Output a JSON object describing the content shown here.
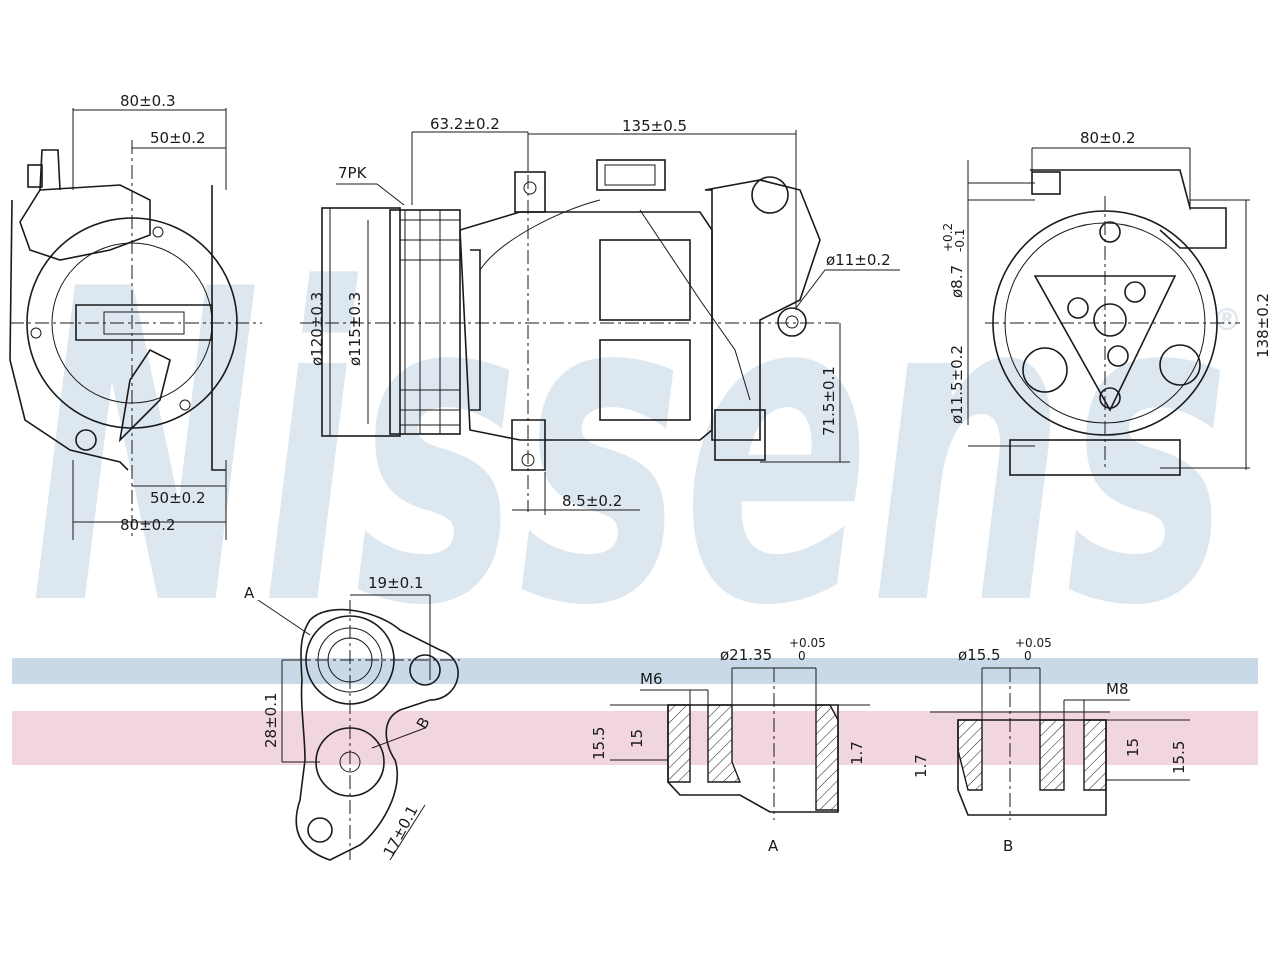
{
  "watermark": {
    "text": "Nissens",
    "registered_mark": "®"
  },
  "colors": {
    "band_blue": "#c9d9e8",
    "band_pink": "#f1d6dd",
    "ink": "#1a1a1a",
    "watermark": "#dde7f0"
  },
  "left_view": {
    "top_overall": "80±0.3",
    "top_inner": "50±0.2",
    "bottom_inner": "50±0.2",
    "bottom_overall": "80±0.2"
  },
  "side_view": {
    "pulley_type": "7PK",
    "offset": "63.2±0.2",
    "length": "135±0.5",
    "pulley_outer_dia": "ø120±0.3",
    "pulley_inner_dia": "ø115±0.3",
    "mount_hole": "ø11±0.2",
    "mount_height": "71.5±0.1",
    "foot_offset": "8.5±0.2"
  },
  "front_view": {
    "width": "80±0.2",
    "upper_dia": "ø8.7",
    "upper_tol_plus": "+0.2",
    "upper_tol_minus": "-0.1",
    "lower_dia": "ø11.5±0.2",
    "height": "138±0.2"
  },
  "manifold": {
    "label_a": "A",
    "label_b": "B",
    "spacing": "19±0.1",
    "vertical": "28±0.1",
    "diagonal": "17±0.1"
  },
  "section_a": {
    "label": "A",
    "bore": "ø21.35",
    "bore_tol_plus": "+0.05",
    "bore_tol_minus": "0",
    "thread": "M6",
    "outer_depth": "15.5",
    "inner_depth": "15",
    "step": "1.7"
  },
  "section_b": {
    "label": "B",
    "bore": "ø15.5",
    "bore_tol_plus": "+0.05",
    "bore_tol_minus": "0",
    "thread": "M8",
    "step": "1.7",
    "inner_depth": "15",
    "outer_depth": "15.5"
  }
}
